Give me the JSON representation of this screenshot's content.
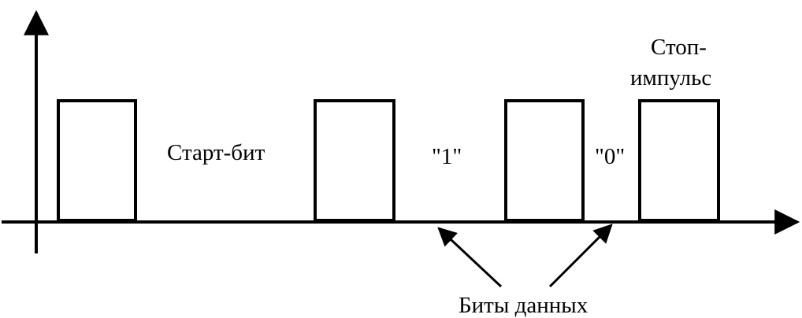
{
  "labels": {
    "start_bit": "Старт-бит",
    "bit_one": "\"1\"",
    "bit_zero": "\"0\"",
    "stop_line1": "Стоп-",
    "stop_line2": "импульс",
    "data_bits": "Биты данных"
  },
  "colors": {
    "stroke": "#000000",
    "background": "#ffffff"
  }
}
